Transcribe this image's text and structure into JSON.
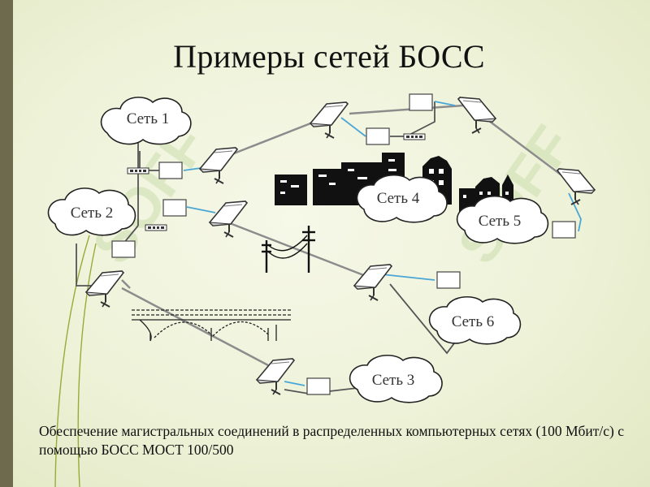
{
  "slide": {
    "title": "Примеры сетей БОСС",
    "caption": "Обеспечение магистральных соединений в распределенных компьютерных сетях (100 Мбит/с) с помощью БОСС МОСТ 100/500"
  },
  "networks": {
    "net1": "Сеть 1",
    "net2": "Сеть 2",
    "net3": "Сеть 3",
    "net4": "Сеть 4",
    "net5": "Сеть 5",
    "net6": "Сеть 6"
  },
  "colors": {
    "link_line": "#8c8c8c",
    "cable": "#4aa6d6",
    "wire": "#555555",
    "background": "#eef2d8",
    "sidebar": "#6e6a4e",
    "stem": "#9aaa3a"
  },
  "icons": {
    "antenna": "dish-antenna-icon",
    "modem": "modem-box-icon",
    "switch": "network-switch-icon",
    "cloud": "network-cloud-icon",
    "city": "city-skyline-icon",
    "powerline": "power-line-icon",
    "bridge": "bridge-icon"
  }
}
